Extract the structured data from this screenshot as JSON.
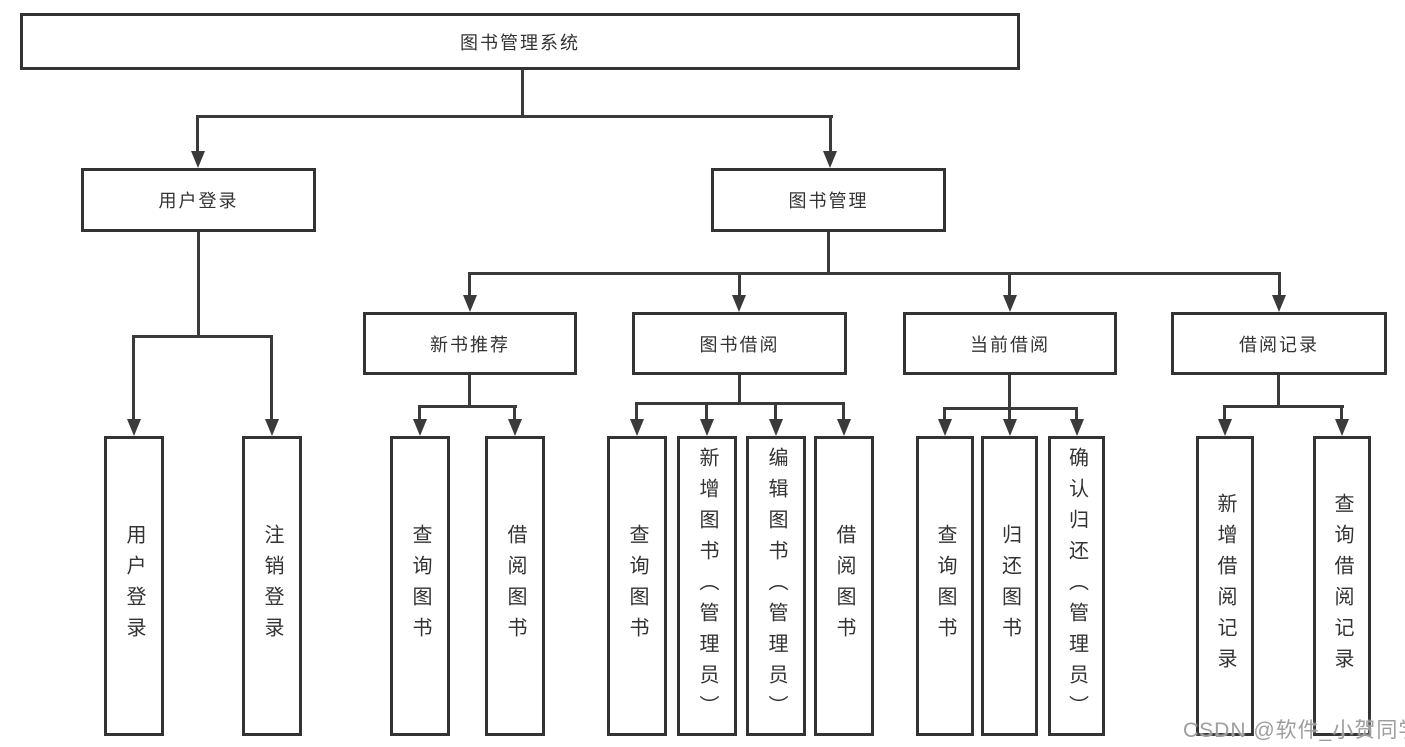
{
  "tree": {
    "label": "图书管理系统",
    "children": [
      {
        "label": "用户登录",
        "children": [
          {
            "label": "用户登录"
          },
          {
            "label": "注销登录"
          }
        ]
      },
      {
        "label": "图书管理",
        "children": [
          {
            "label": "新书推荐",
            "children": [
              {
                "label": "查询图书"
              },
              {
                "label": "借阅图书"
              }
            ]
          },
          {
            "label": "图书借阅",
            "children": [
              {
                "label": "查询图书"
              },
              {
                "label": "新增图书（管理员）"
              },
              {
                "label": "编辑图书（管理员）"
              },
              {
                "label": "借阅图书"
              }
            ]
          },
          {
            "label": "当前借阅",
            "children": [
              {
                "label": "查询图书"
              },
              {
                "label": "归还图书"
              },
              {
                "label": "确认归还（管理员）"
              }
            ]
          },
          {
            "label": "借阅记录",
            "children": [
              {
                "label": "新增借阅记录"
              },
              {
                "label": "查询借阅记录"
              }
            ]
          }
        ]
      }
    ]
  },
  "watermark": {
    "text": "CSDN @软件_小贺同学"
  },
  "colors": {
    "line": "#3a3a3a",
    "box_border": "#333333",
    "text": "#333333",
    "watermark": "#9e9e9e",
    "background": "#ffffff"
  }
}
